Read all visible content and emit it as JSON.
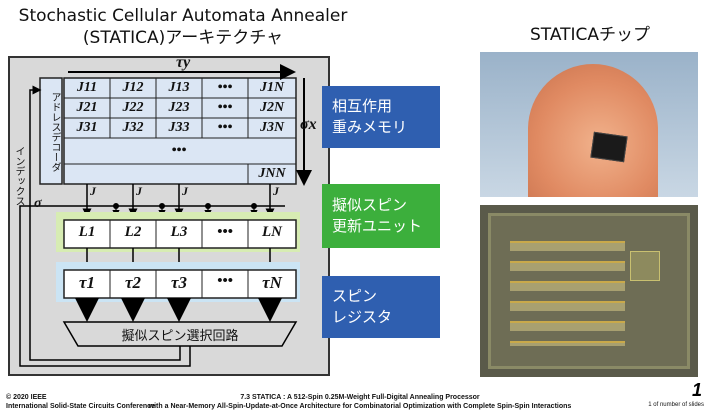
{
  "title_line1": "Stochastic Cellular Automata Annealer",
  "title_line2": "(STATICA)アーキテクチャ",
  "chip_title": "STATICAチップ",
  "tau_y": "τy",
  "sigma_x": "σx",
  "sigma": "σ",
  "j_label": "J",
  "addr_decoder": "アドレスデコーダ",
  "index": "インデックス",
  "j_rows": [
    [
      "J11",
      "J12",
      "J13",
      "•••",
      "J1N"
    ],
    [
      "J21",
      "J22",
      "J23",
      "•••",
      "J2N"
    ],
    [
      "J31",
      "J32",
      "J33",
      "•••",
      "J3N"
    ],
    [
      "",
      "",
      "",
      "•••",
      ""
    ],
    [
      "",
      "",
      "",
      "",
      "JNN"
    ]
  ],
  "l_cells": [
    "L1",
    "L2",
    "L3",
    "•••",
    "LN"
  ],
  "tau_cells": [
    "τ1",
    "τ2",
    "τ3",
    "•••",
    "τN"
  ],
  "selector": "擬似スピン選択回路",
  "labels": {
    "mem": [
      "相互作用",
      "重みメモリ"
    ],
    "update": [
      "擬似スピン",
      "更新ユニット"
    ],
    "reg": [
      "スピン",
      "レジスタ"
    ]
  },
  "colors": {
    "blue": "#2f5fb0",
    "green": "#3caf3c",
    "gray_bg": "#d9d9d9",
    "l_row_bg": "#d7ecb3",
    "tau_row_bg": "#cbe4f4",
    "mem_bg": "#dbe6f4"
  },
  "footer": {
    "left1": "© 2020 IEEE",
    "left2": "International Solid-State Circuits Conference",
    "center1": "7.3 STATICA : A 512-Spin 0.25M-Weight Full-Digital Annealing Processor",
    "center2": "with a Near-Memory All-Spin-Update-at-Once Architecture for Combinatorial Optimization with Complete Spin-Spin Interactions",
    "slide_no": "1",
    "slide_of": "1 of number of slides"
  }
}
